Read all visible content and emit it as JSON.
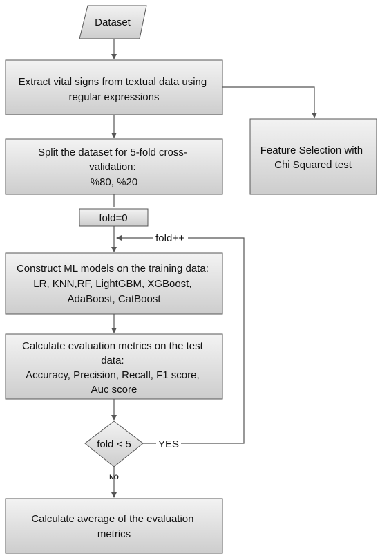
{
  "colors": {
    "box_fill_top": "#f2f2f2",
    "box_fill_bottom": "#cfcfcf",
    "stroke": "#555555",
    "arrow": "#555555"
  },
  "nodes": {
    "dataset": "Dataset",
    "extract": [
      "Extract vital signs from textual data using",
      "regular expressions"
    ],
    "feature": [
      "Feature Selection with",
      "Chi Squared test"
    ],
    "split": [
      "Split the dataset for 5-fold cross-",
      "validation:",
      "%80, %20"
    ],
    "fold_init": "fold=0",
    "construct": [
      "Construct ML models on the training data:",
      "LR, KNN,RF, LightGBM, XGBoost,",
      "AdaBoost, CatBoost"
    ],
    "evaluate": [
      "Calculate evaluation metrics on the test",
      "data:",
      "Accuracy, Precision, Recall, F1 score,",
      "Auc score"
    ],
    "decision": "fold < 5",
    "average": [
      "Calculate average of the evaluation",
      "metrics"
    ]
  },
  "edges": {
    "fold_increment": "fold++",
    "yes": "YES",
    "no": "NO"
  }
}
